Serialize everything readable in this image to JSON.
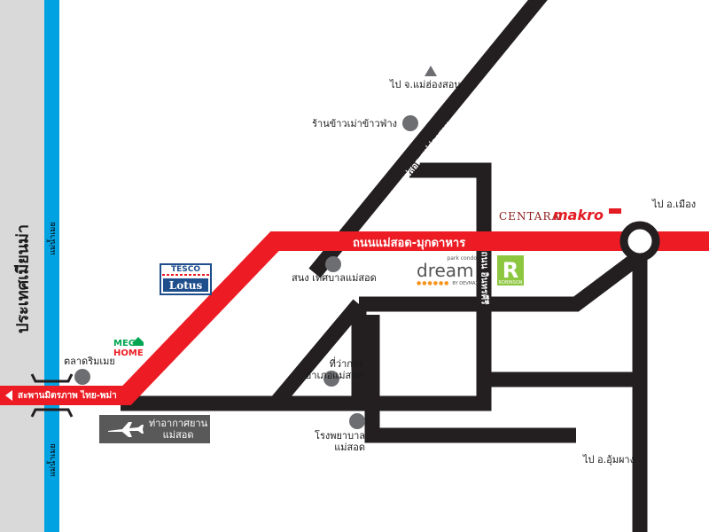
{
  "colors": {
    "road_main": "#231f20",
    "road_highway": "#ed1c24",
    "border_strip": "#d9d9d9",
    "river": "#00a2e2",
    "poi_dot": "#6d6e71",
    "airport_box": "#595959",
    "robinson_green": "#8dc63f",
    "makro_red": "#e31b23"
  },
  "border": {
    "country": "ประเทศเมียนม่า",
    "river_top": "แม่น้ำเมย",
    "river_bottom": "แม่น้ำเมย"
  },
  "roads": {
    "highway": "ถนนแม่สอด-มุกดาหาร",
    "to_maesariang": "ถนนแม่สอด-แม่ฮ่องสอน",
    "intawaro": "ถนน อินทรคีรี",
    "bridge": "สะพานมิตรภาพ ไทย-พม่า"
  },
  "directions": {
    "north": "ไป จ.แม่ฮ่องสอน",
    "east": "ไป อ.เมือง",
    "south": "ไป อ.อุ้มผาง"
  },
  "pois": {
    "restaurant": "ร้านข้าวเม่าข้าวฟ่าง",
    "municipality": "สนง เทศบาลแม่สอด",
    "market": "ตลาดริมเมย",
    "district_office": "ที่ว่าการ\nอำเภอแม่สอด",
    "hospital": "โรงพยาบาล\nแม่สอด",
    "airport": "ท่าอากาศยาน\nแม่สอด"
  },
  "brands": {
    "tesco_top": "TESCO",
    "tesco_bottom": "Lotus",
    "mega_top": "MEGA",
    "mega_bottom": "HOME",
    "centara": "CENTARA",
    "makro": "makro",
    "dream_small": "park condo",
    "dream": "dream",
    "dream_by": "BY DEVMAX",
    "robinson": "ROBINSON"
  }
}
